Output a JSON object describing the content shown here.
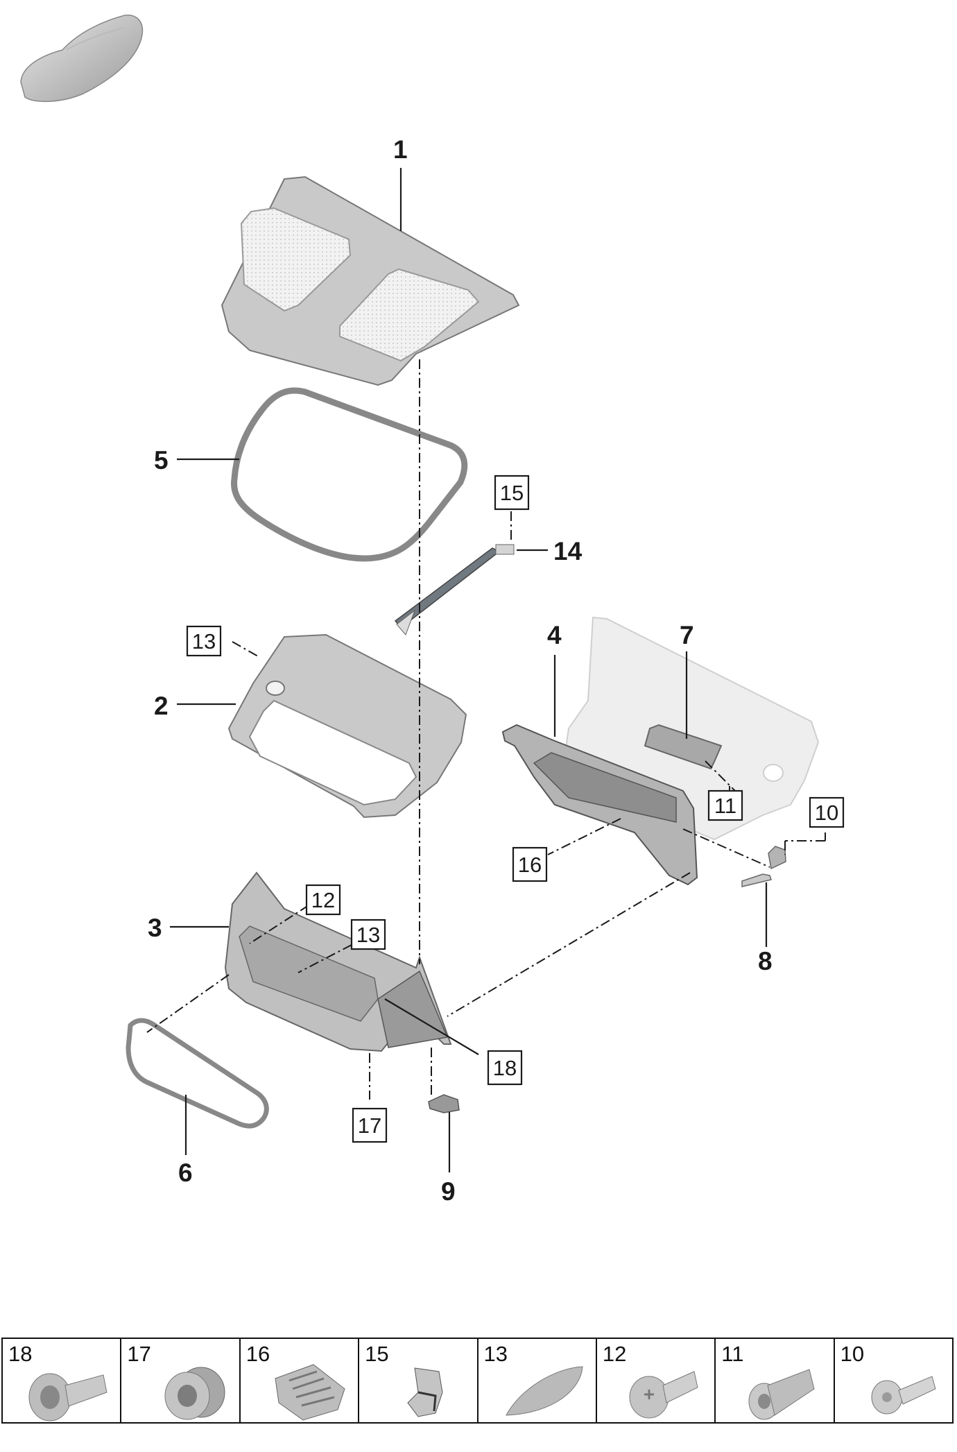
{
  "callouts": {
    "p1": "1",
    "p2": "2",
    "p3": "3",
    "p4": "4",
    "p5": "5",
    "p6": "6",
    "p7": "7",
    "p8": "8",
    "p9": "9",
    "p14": "14"
  },
  "boxed_callouts": {
    "b10": "10",
    "b11": "11",
    "b12": "12",
    "b13a": "13",
    "b13b": "13",
    "b15": "15",
    "b16": "16",
    "b17": "17",
    "b18": "18"
  },
  "parts_table": [
    {
      "number": "18",
      "icon": "flanged-nut-icon"
    },
    {
      "number": "17",
      "icon": "grommet-nut-icon"
    },
    {
      "number": "16",
      "icon": "bellows-grommet-icon"
    },
    {
      "number": "15",
      "icon": "spring-clip-icon"
    },
    {
      "number": "13",
      "icon": "foam-pad-icon"
    },
    {
      "number": "12",
      "icon": "round-head-screw-icon"
    },
    {
      "number": "11",
      "icon": "rivet-nut-icon"
    },
    {
      "number": "10",
      "icon": "torx-screw-icon"
    }
  ],
  "colors": {
    "part_fill": "#c9c9c9",
    "part_dark": "#8e8e8e",
    "ghost_part": "#eeeeee",
    "line": "#1a1a1a"
  }
}
